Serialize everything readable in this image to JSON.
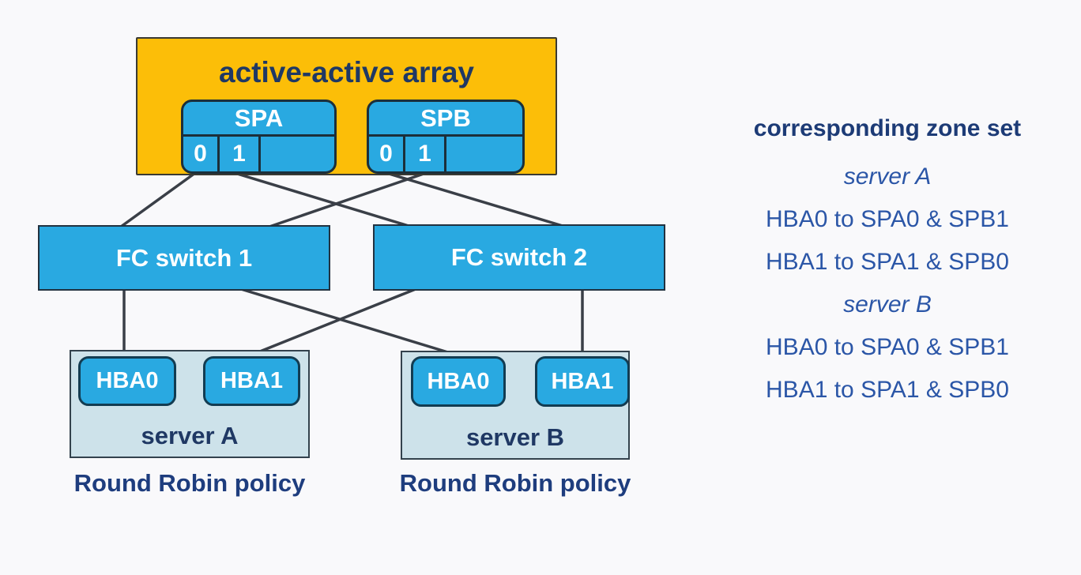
{
  "colors": {
    "background": "#F9F9FB",
    "array_orange": "#FCBE08",
    "bright_blue": "#29A9E1",
    "server_fill": "#CDE2EA",
    "navy_text": "#1F3864",
    "zone_text_blue": "#2B56A7",
    "wire": "#3A3F47"
  },
  "array": {
    "label": "active-active array",
    "controllers": [
      {
        "name": "SPA",
        "ports": [
          "0",
          "1"
        ]
      },
      {
        "name": "SPB",
        "ports": [
          "0",
          "1"
        ]
      }
    ]
  },
  "switches": [
    {
      "label": "FC switch 1"
    },
    {
      "label": "FC switch 2"
    }
  ],
  "servers": [
    {
      "label": "server A",
      "hbas": [
        "HBA0",
        "HBA1"
      ],
      "policy": "Round Robin policy"
    },
    {
      "label": "server B",
      "hbas": [
        "HBA0",
        "HBA1"
      ],
      "policy": "Round Robin policy"
    }
  ],
  "zone_set": {
    "title": "corresponding zone set",
    "groups": [
      {
        "server": "server A",
        "zones": [
          "HBA0 to SPA0 & SPB1",
          "HBA1 to SPA1 & SPB0"
        ]
      },
      {
        "server": "server B",
        "zones": [
          "HBA0 to SPA0 & SPB1",
          "HBA1 to SPA1 & SPB0"
        ]
      }
    ]
  },
  "connections": [
    {
      "from": "SPA port 0",
      "to": "FC switch 1"
    },
    {
      "from": "SPA port 1",
      "to": "FC switch 2"
    },
    {
      "from": "SPB port 0",
      "to": "FC switch 2"
    },
    {
      "from": "SPB port 1",
      "to": "FC switch 1"
    },
    {
      "from": "FC switch 1",
      "to": "server A HBA0"
    },
    {
      "from": "FC switch 1",
      "to": "server B HBA0"
    },
    {
      "from": "FC switch 2",
      "to": "server A HBA1"
    },
    {
      "from": "FC switch 2",
      "to": "server B HBA1"
    }
  ]
}
